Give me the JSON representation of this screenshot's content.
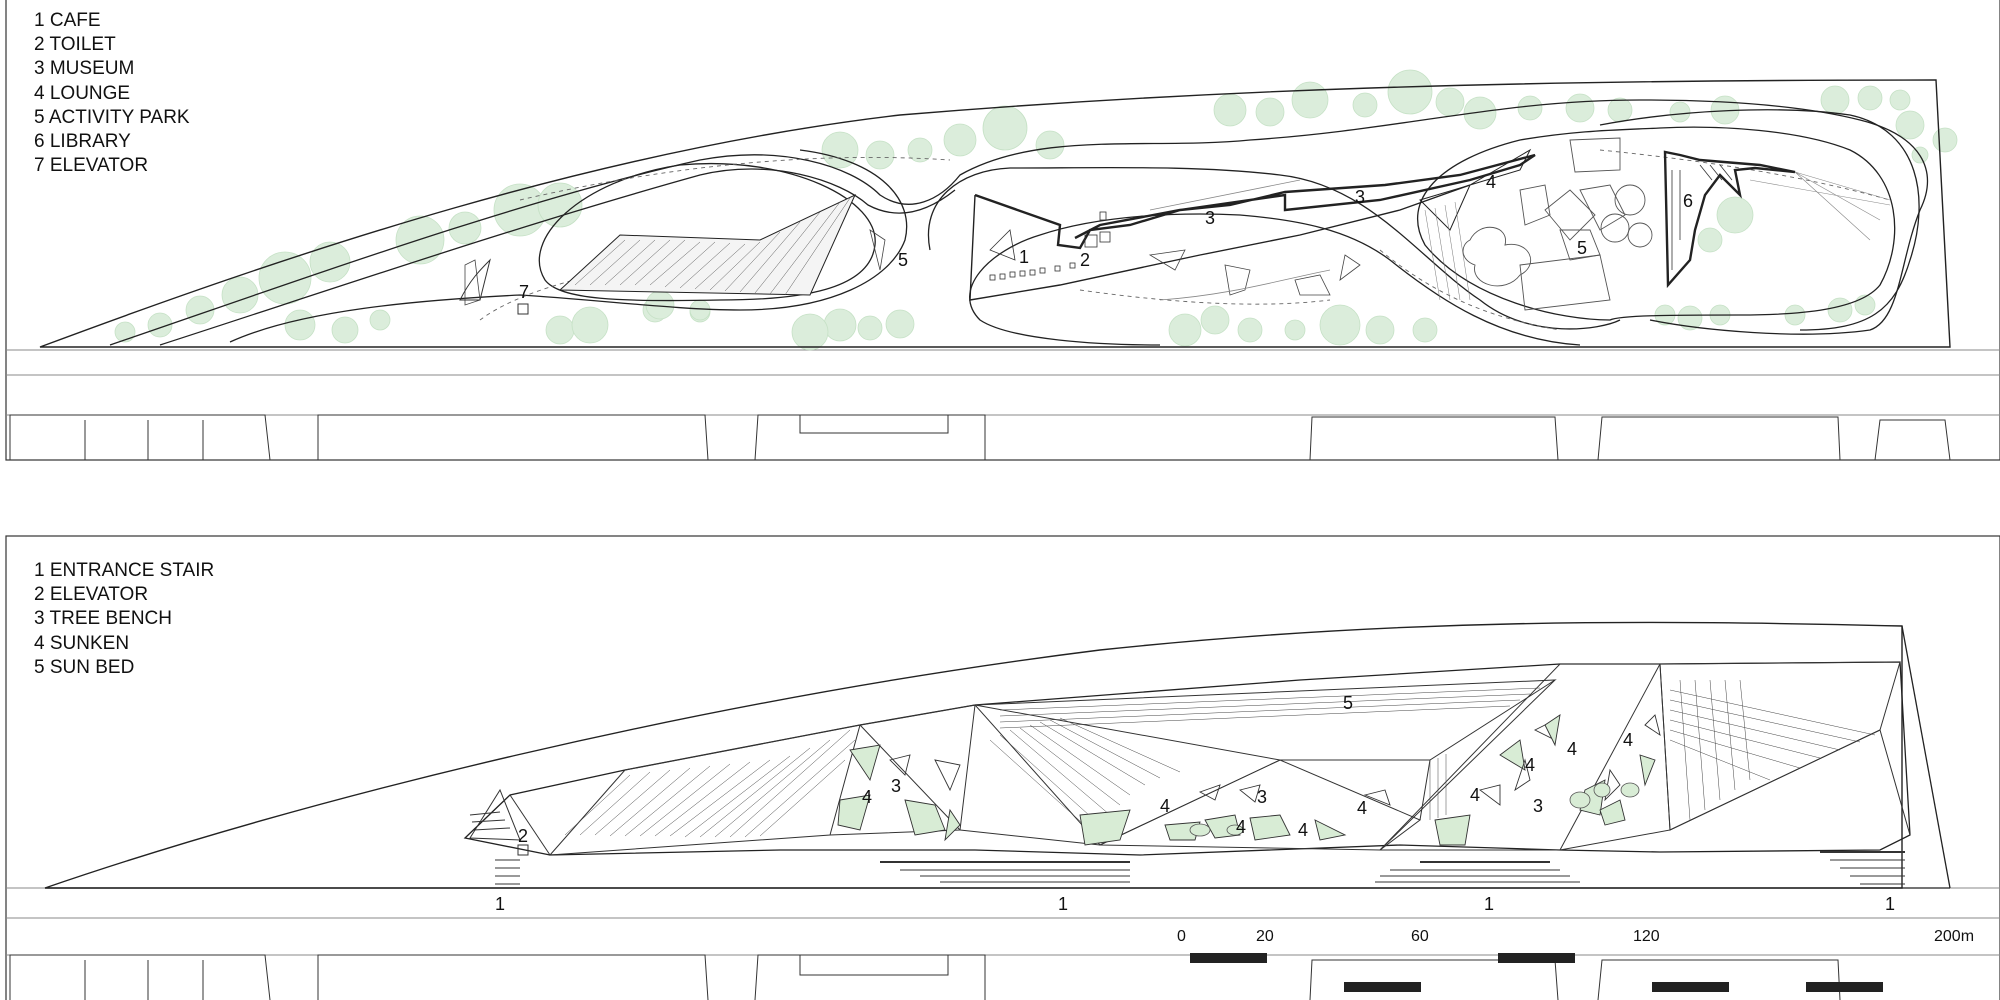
{
  "top_plan": {
    "legend": [
      {
        "num": "1",
        "label": "CAFE"
      },
      {
        "num": "2",
        "label": "TOILET"
      },
      {
        "num": "3",
        "label": "MUSEUM"
      },
      {
        "num": "4",
        "label": "LOUNGE"
      },
      {
        "num": "5",
        "label": "ACTIVITY PARK"
      },
      {
        "num": "6",
        "label": "LIBRARY"
      },
      {
        "num": "7",
        "label": "ELEVATOR"
      }
    ],
    "labels": {
      "cafe": "1",
      "toilet": "2",
      "museum_a": "3",
      "museum_b": "3",
      "lounge": "4",
      "activity_park_a": "5",
      "activity_park_b": "5",
      "library": "6",
      "elevator": "7"
    }
  },
  "bottom_plan": {
    "legend": [
      {
        "num": "1",
        "label": "ENTRANCE STAIR"
      },
      {
        "num": "2",
        "label": "ELEVATOR"
      },
      {
        "num": "3",
        "label": "TREE BENCH"
      },
      {
        "num": "4",
        "label": "SUNKEN"
      },
      {
        "num": "5",
        "label": "SUN BED"
      }
    ],
    "labels": {
      "stair_a": "1",
      "stair_b": "1",
      "stair_c": "1",
      "stair_d": "1",
      "elevator": "2",
      "bench_a": "3",
      "bench_b": "3",
      "bench_c": "3",
      "sunken_a": "4",
      "sunken_b": "4",
      "sunken_c": "4",
      "sunken_d": "4",
      "sunken_e": "4",
      "sunken_f": "4",
      "sunken_g": "4",
      "sunken_h": "4",
      "sunken_i": "4",
      "sun_bed": "5"
    }
  },
  "scale_bar": {
    "ticks": [
      "0",
      "20",
      "60",
      "120",
      "200m"
    ]
  },
  "colors": {
    "line": "#222222",
    "tree_fill": "#cfe8cf",
    "tree_fill_light": "#e4f2e4",
    "sunken_fill": "#d6ebd3"
  }
}
